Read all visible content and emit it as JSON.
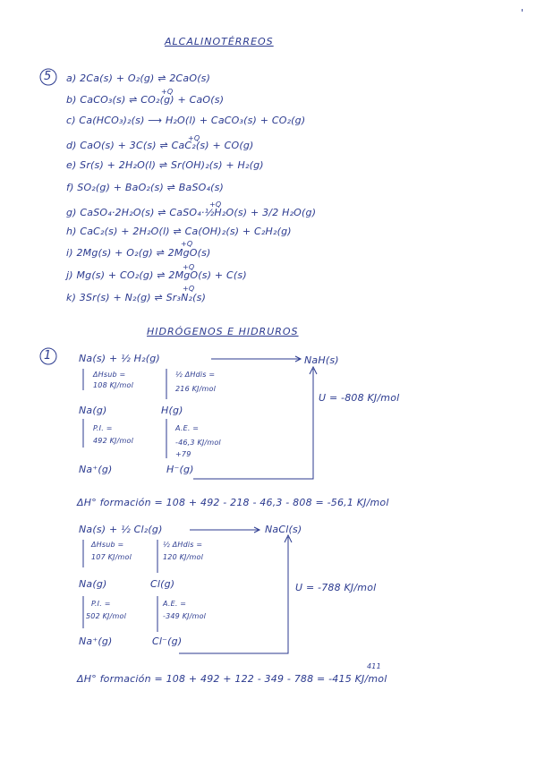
{
  "page_mark": "'",
  "section1": {
    "title": "ALCALINOTÉRREOS",
    "number": "5",
    "items": [
      "a) 2Ca(s) + O₂(g) ⇌ 2CaO(s)",
      "b) CaCO₃(s) ⇌ CO₂(g) + CaO(s)",
      "c) Ca(HCO₃)₂(s) ⟶ H₂O(l) + CaCO₃(s) + CO₂(g)",
      "d) CaO(s) + 3C(s) ⇌ CaC₂(s) + CO(g)",
      "e) Sr(s) + 2H₂O(l) ⇌ Sr(OH)₂(s) + H₂(g)",
      "f) SO₂(g) + BaO₂(s) ⇌ BaSO₄(s)",
      "g) CaSO₄·2H₂O(s) ⇌ CaSO₄·½H₂O(s) + 3/2 H₂O(g)",
      "h) CaC₂(s) + 2H₂O(l) ⇌ Ca(OH)₂(s) + C₂H₂(g)",
      "i) 2Mg(s) + O₂(g) ⇌ 2MgO(s)",
      "j) Mg(s) + CO₂(g) ⇌ 2MgO(s) + C(s)",
      "k) 3Sr(s) + N₂(g) ⇌ Sr₃N₂(s)"
    ],
    "heat_labels": [
      "+Q",
      "+Q",
      "+Q",
      "+Q",
      "+Q",
      "+Q"
    ]
  },
  "section2": {
    "title": "HIDRÓGENOS E HIDRUROS",
    "number": "1",
    "cycle1": {
      "top": "Na(s) + ½ H₂(g)",
      "product": "NaH(s)",
      "dh_sub": "ΔHsub =",
      "dh_sub_val": "108 KJ/mol",
      "half_dh_dis": "½ ΔHdis =",
      "half_dh_dis_val": "216 KJ/mol",
      "mid_left": "Na(g)",
      "mid_right": "H(g)",
      "pi": "P.I. =",
      "pi_val": "492 KJ/mol",
      "ae": "A.E. =",
      "ae_val": "-46,3 KJ/mol",
      "ae_note": "+79",
      "bottom_left": "Na⁺(g)",
      "bottom_right": "H⁻(g)",
      "u": "U = -808 KJ/mol",
      "result": "ΔH° formación = 108 + 492 - 218 - 46,3 - 808 = -56,1 KJ/mol"
    },
    "cycle2": {
      "top": "Na(s) + ½ Cl₂(g)",
      "product": "NaCl(s)",
      "dh_sub": "ΔHsub =",
      "dh_sub_val": "107 KJ/mol",
      "half_dh_dis": "½ ΔHdis =",
      "half_dh_dis_val": "120 KJ/mol",
      "mid_left": "Na(g)",
      "mid_right": "Cl(g)",
      "pi": "P.I. =",
      "pi_val": "502 KJ/mol",
      "ae": "A.E. =",
      "ae_val": "-349 KJ/mol",
      "bottom_left": "Na⁺(g)",
      "bottom_right": "Cl⁻(g)",
      "u": "U = -788 KJ/mol",
      "result_note": "411",
      "result": "ΔH° formación = 108 + 492 + 122 - 349 - 788 = -415 KJ/mol"
    }
  }
}
